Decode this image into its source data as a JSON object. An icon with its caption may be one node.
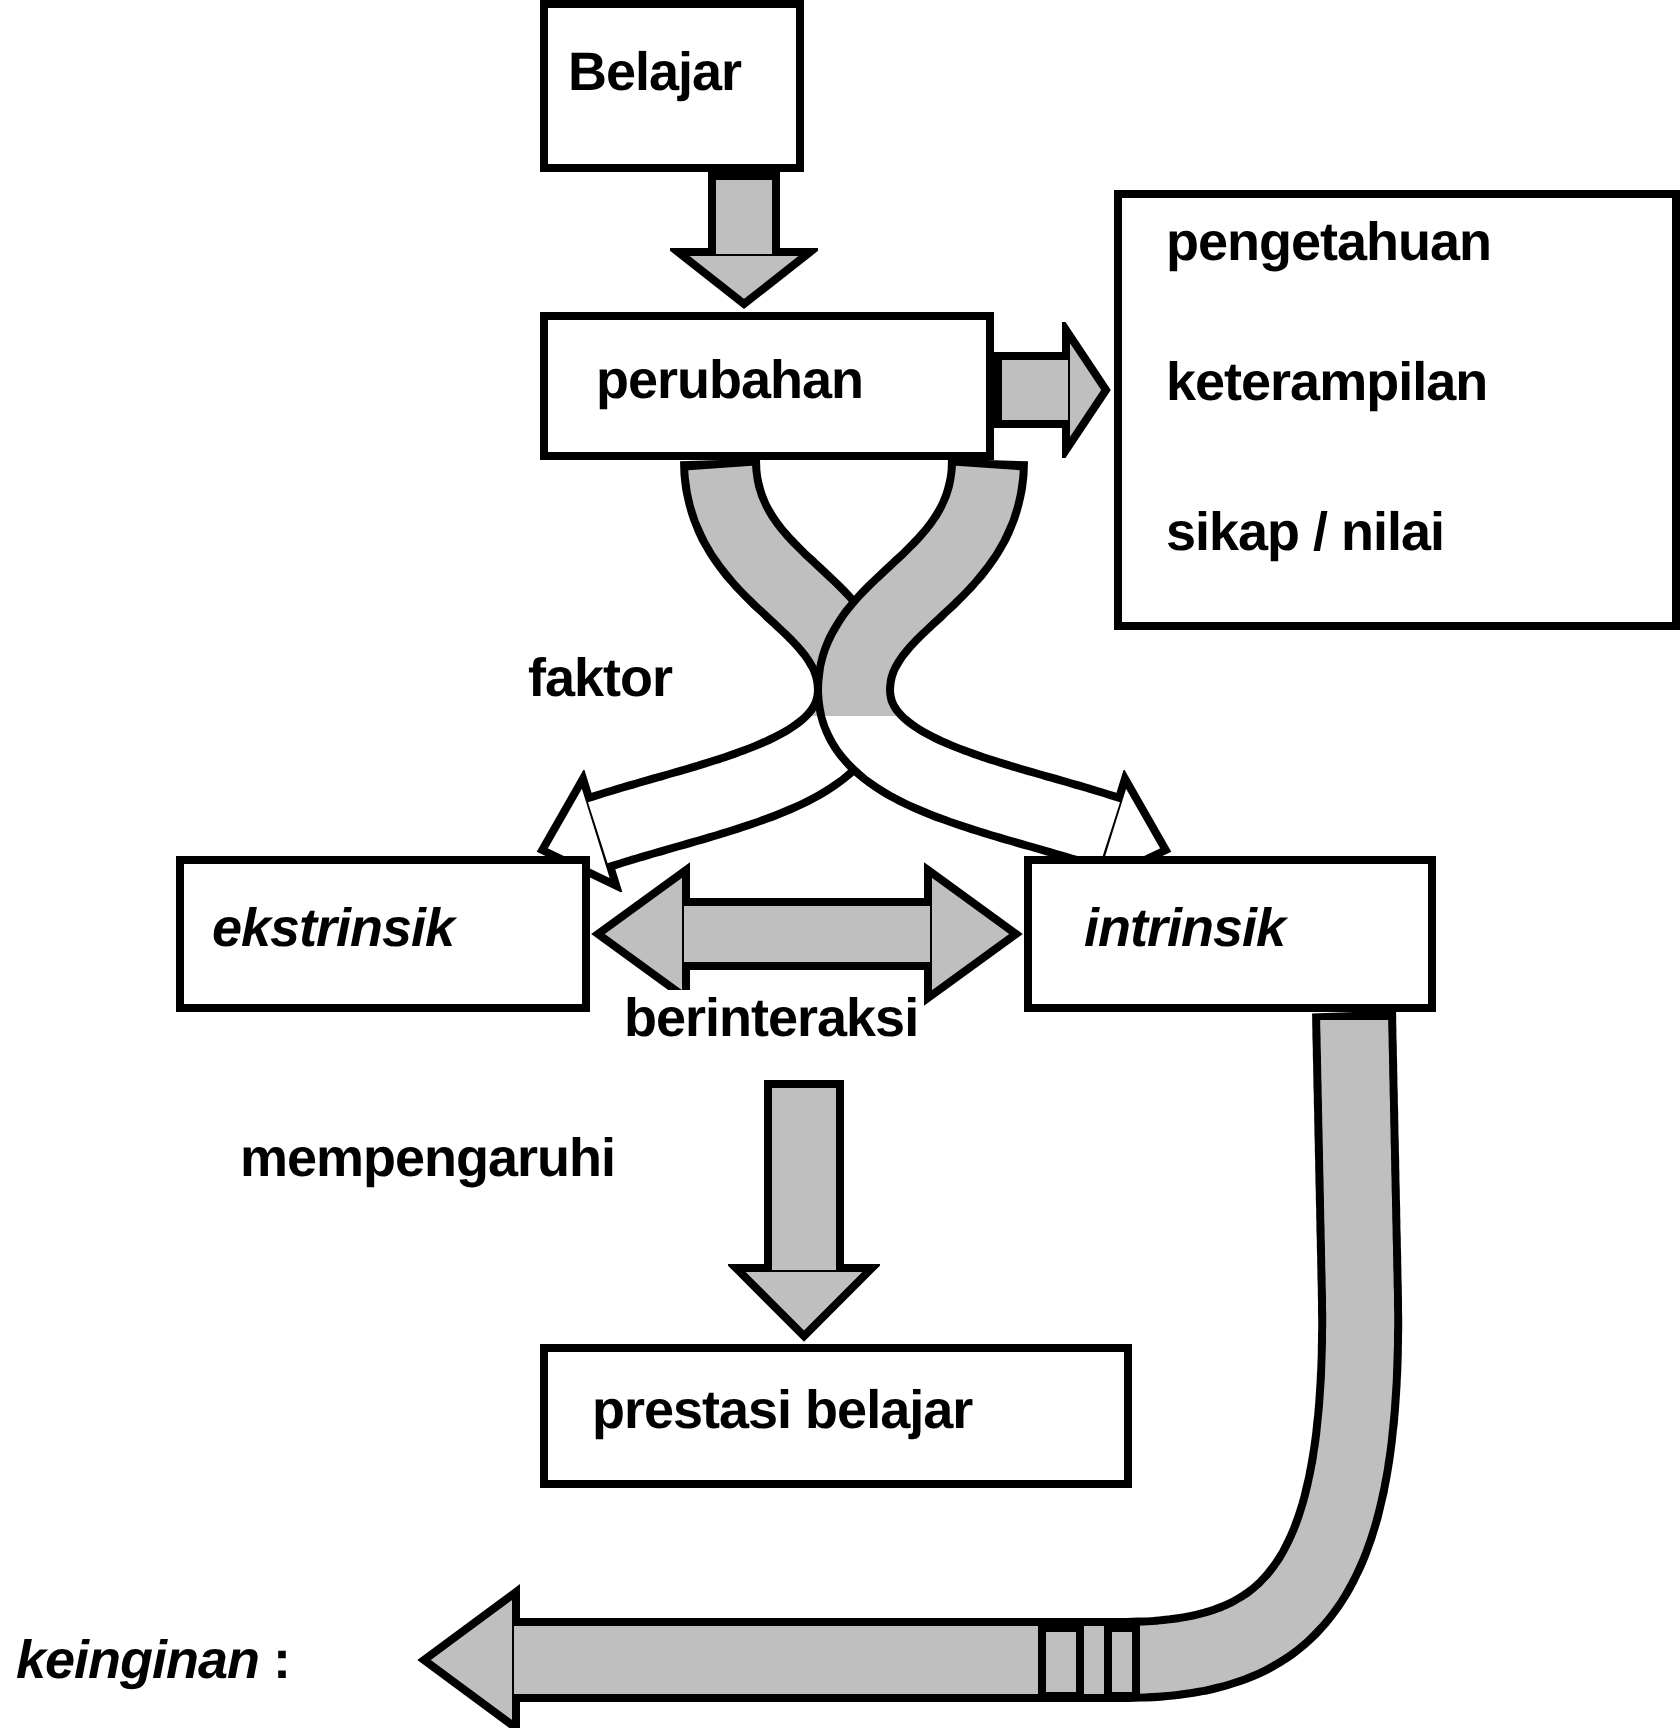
{
  "diagram": {
    "nodes": [
      {
        "text": [
          "Belajar"
        ]
      },
      {
        "text": [
          "perubahan"
        ]
      },
      {
        "text": [
          "pengetahuan",
          "keterampilan",
          "sikap / nilai"
        ]
      },
      {
        "text": [
          "ekstrinsik"
        ]
      },
      {
        "text": [
          "intrinsik"
        ]
      },
      {
        "text": [
          "prestasi belajar"
        ]
      },
      {
        "text": [
          "*keinginan* :"
        ]
      }
    ],
    "edges": [
      {
        "from": 0,
        "to": 1,
        "arrow": "to"
      },
      {
        "from": 1,
        "to": 2,
        "arrow": "to"
      },
      {
        "from": 1,
        "to": 3,
        "arrow": "to",
        "label": "faktor"
      },
      {
        "from": 1,
        "to": 4,
        "arrow": "to"
      },
      {
        "from": 3,
        "to": 4,
        "arrow": "both",
        "label": "berinteraksi"
      },
      {
        "from": null,
        "to": 5,
        "arrow": "to",
        "label": "mempengaruhi"
      },
      {
        "from": 4,
        "to": 6,
        "arrow": "to"
      }
    ]
  }
}
